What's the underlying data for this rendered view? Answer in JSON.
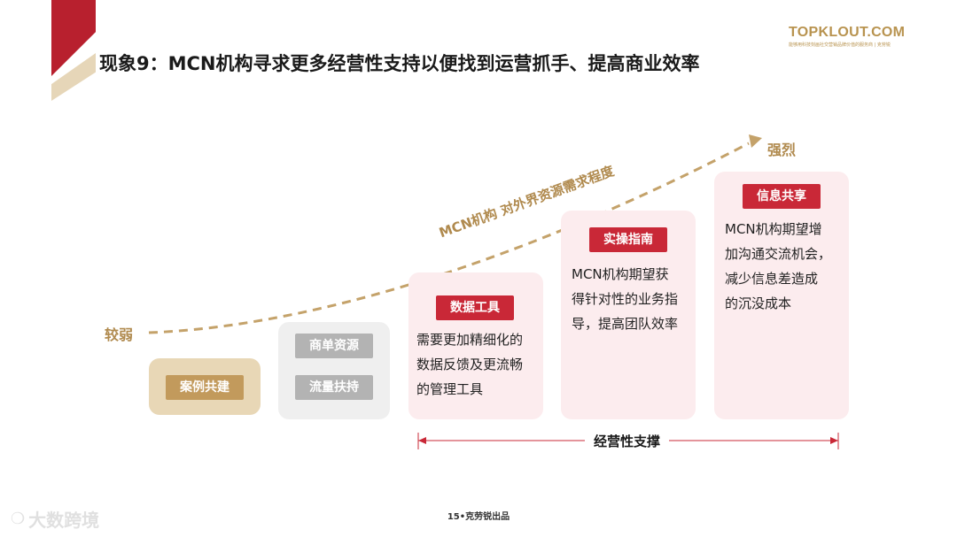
{
  "header": {
    "title": "现象9：MCN机构寻求更多经营性支持以便找到运营抓手、提高商业效率",
    "brand_name": "TOPKLOUT.COM",
    "brand_sub": "能够用科技刻画社交营销品牌价值的服务商 | 克劳锐"
  },
  "axis": {
    "low": "较弱",
    "high": "强烈",
    "curve_label": "MCN机构 对外界资源需求程度"
  },
  "boxes": {
    "case": {
      "tag": "案例共建"
    },
    "resource": {
      "tag1": "商单资源",
      "tag2": "流量扶持"
    },
    "data_tool": {
      "tag": "数据工具",
      "lines": [
        "需要更加精细化的",
        "数据反馈及更流畅",
        "的管理工具"
      ]
    },
    "guide": {
      "tag": "实操指南",
      "lines": [
        "MCN机构期望获",
        "得针对性的业务指",
        "导，提高团队效率"
      ]
    },
    "info": {
      "tag": "信息共享",
      "lines": [
        "MCN机构期望增",
        "加沟通交流机会，",
        "减少信息差造成",
        "的沉没成本"
      ]
    }
  },
  "support": {
    "label": "经营性支撑"
  },
  "footer": {
    "text": "15•克劳锐出品"
  },
  "watermark": {
    "text": "大数跨境",
    "icon": "logo-icon"
  },
  "colors": {
    "accent_red": "#c92837",
    "corner_red": "#b8202e",
    "gold": "#b08a4e",
    "pink_bg": "#fcecee",
    "grey_bg": "#efefef",
    "gold_bg": "#e8d7b6"
  }
}
